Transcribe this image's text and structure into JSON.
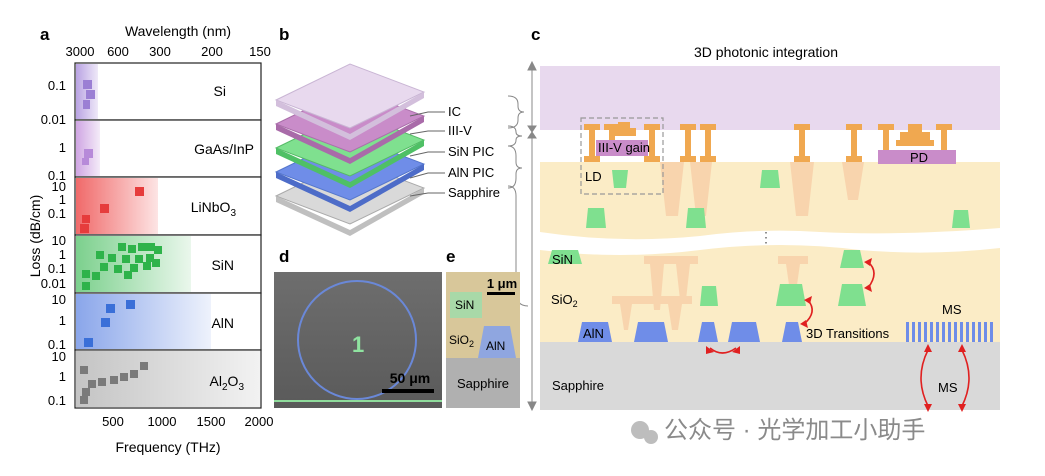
{
  "panel_labels": {
    "a": "a",
    "b": "b",
    "c": "c",
    "d": "d",
    "e": "e"
  },
  "panel_a": {
    "top_axis_label": "Wavelength (nm)",
    "top_ticks": [
      "3000",
      "600",
      "300",
      "200",
      "150"
    ],
    "bottom_axis_label": "Frequency (THz)",
    "bottom_ticks": [
      "500",
      "1000",
      "1500",
      "2000"
    ],
    "y_axis_label": "Loss (dB/cm)",
    "materials": [
      {
        "name": "Si",
        "color": "#9b7fd4",
        "ticks": [
          "0.1",
          "0.01"
        ],
        "points": []
      },
      {
        "name": "GaAs/InP",
        "color": "#b78ad9",
        "ticks": [
          "1",
          "0.1"
        ],
        "points": []
      },
      {
        "name": "LiNbO",
        "subscript": "3",
        "color": "#e63c3c",
        "ticks": [
          "10",
          "1",
          "0.1"
        ],
        "points": []
      },
      {
        "name": "SiN",
        "color": "#2eb34a",
        "ticks": [
          "10",
          "1",
          "0.1",
          "0.01"
        ],
        "points": []
      },
      {
        "name": "AlN",
        "color": "#3a6fd8",
        "ticks": [
          "10",
          "1",
          "0.1"
        ],
        "points": []
      },
      {
        "name": "Al",
        "subscript": "2",
        "name_suffix": "O",
        "subscript2": "3",
        "color": "#7a7a7a",
        "ticks": [
          "10",
          "1",
          "0.1"
        ],
        "points": []
      }
    ]
  },
  "panel_b": {
    "layers": [
      "IC",
      "III-V",
      "SiN PIC",
      "AlN PIC",
      "Sapphire"
    ]
  },
  "panel_c": {
    "title": "3D photonic integration",
    "labels": {
      "gain": "III-V gain",
      "ld": "LD",
      "pd": "PD",
      "sin": "SiN",
      "sio2": "SiO",
      "sio2_sub": "2",
      "aln": "AlN",
      "transitions": "3D Transitions",
      "ms_top": "MS",
      "ms_bottom": "MS",
      "sapphire": "Sapphire",
      "dots": "⋮"
    }
  },
  "panel_d": {
    "scale": "50 μm"
  },
  "panel_e": {
    "scale": "1 μm",
    "sin": "SiN",
    "sio2": "SiO",
    "sio2_sub": "2",
    "aln": "AlN",
    "sapphire": "Sapphire"
  },
  "watermark": "公众号 · 光学加工小助手",
  "colors": {
    "ic": "#e8d9ee",
    "cladding": "#fbecc6",
    "sapphire": "#d9d9d9",
    "sin": "#7fe08f",
    "aln": "#6f8de8",
    "metal": "#f0a850",
    "gain": "#c98cc9",
    "arrow": "#e02020"
  }
}
